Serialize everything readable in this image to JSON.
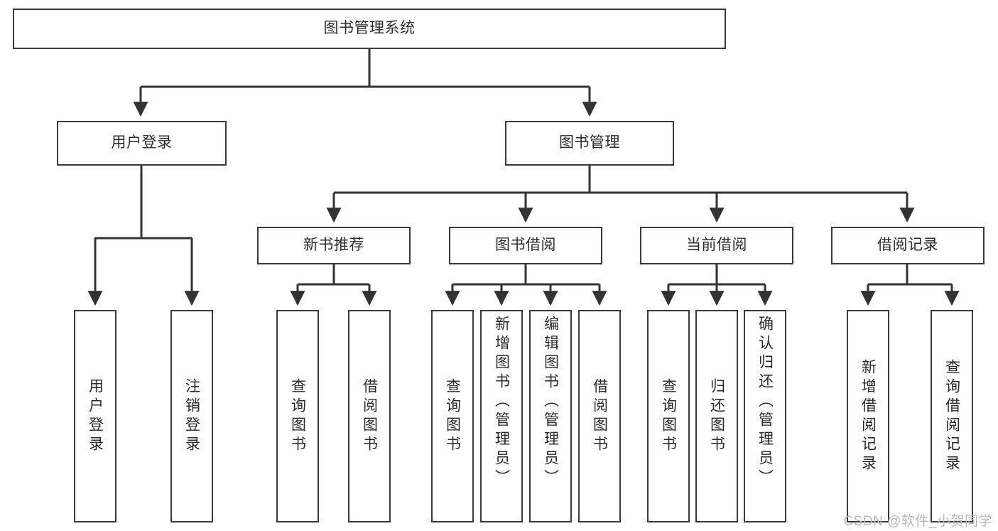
{
  "diagram": {
    "title": "图书管理系统",
    "type": "hierarchy-tree",
    "watermark": "CSDN @软件_小贺同学",
    "colors": {
      "box_border": "#3a3a3a",
      "box_fill": "#ffffff",
      "edge": "#333333",
      "text": "#2b2b2b",
      "watermark": "#b9b9b9",
      "background": "#ffffff"
    },
    "nodes": {
      "root": {
        "label": "图书管理系统",
        "level": 0,
        "orientation": "horizontal"
      },
      "user_login": {
        "label": "用户登录",
        "level": 1,
        "orientation": "horizontal"
      },
      "book_manage": {
        "label": "图书管理",
        "level": 1,
        "orientation": "horizontal"
      },
      "new_book_rec": {
        "label": "新书推荐",
        "level": 2,
        "orientation": "horizontal"
      },
      "book_borrow": {
        "label": "图书借阅",
        "level": 2,
        "orientation": "horizontal"
      },
      "current_borrow": {
        "label": "当前借阅",
        "level": 2,
        "orientation": "horizontal"
      },
      "borrow_record": {
        "label": "借阅记录",
        "level": 2,
        "orientation": "horizontal"
      },
      "leaf_user_login": {
        "label": "用户登录",
        "level": 3,
        "orientation": "vertical"
      },
      "leaf_logout": {
        "label": "注销登录",
        "level": 3,
        "orientation": "vertical"
      },
      "leaf_query_book_1": {
        "label": "查询图书",
        "level": 3,
        "orientation": "vertical"
      },
      "leaf_borrow_book_1": {
        "label": "借阅图书",
        "level": 3,
        "orientation": "vertical"
      },
      "leaf_query_book_2": {
        "label": "查询图书",
        "level": 3,
        "orientation": "vertical"
      },
      "leaf_add_book": {
        "label": "新增图书（管理员）",
        "level": 3,
        "orientation": "vertical"
      },
      "leaf_edit_book": {
        "label": "编辑图书（管理员）",
        "level": 3,
        "orientation": "vertical"
      },
      "leaf_borrow_book_2": {
        "label": "借阅图书",
        "level": 3,
        "orientation": "vertical"
      },
      "leaf_query_book_3": {
        "label": "查询图书",
        "level": 3,
        "orientation": "vertical"
      },
      "leaf_return_book": {
        "label": "归还图书",
        "level": 3,
        "orientation": "vertical"
      },
      "leaf_confirm_return": {
        "label": "确认归还（管理员）",
        "level": 3,
        "orientation": "vertical"
      },
      "leaf_add_record": {
        "label": "新增借阅记录",
        "level": 3,
        "orientation": "vertical"
      },
      "leaf_query_record": {
        "label": "查询借阅记录",
        "level": 3,
        "orientation": "vertical"
      }
    }
  }
}
